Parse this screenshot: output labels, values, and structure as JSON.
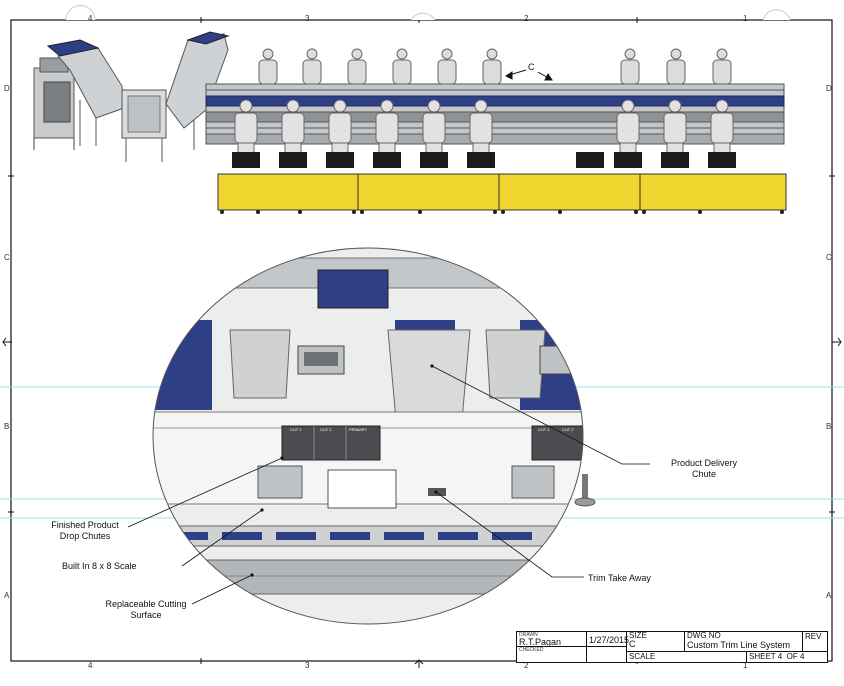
{
  "zones": {
    "top": [
      "4",
      "3",
      "2",
      "1"
    ],
    "bottom": [
      "4",
      "3",
      "2",
      "1"
    ],
    "left": [
      "D",
      "C",
      "B",
      "A"
    ],
    "right": [
      "D",
      "C",
      "B",
      "A"
    ]
  },
  "detail_marker": "C",
  "callouts": {
    "product_delivery_chute": "Product Delivery\nChute",
    "finished_product_drop_chutes": "Finished Product\nDrop Chutes",
    "built_in_scale": "Built In 8 x 8 Scale",
    "replaceable_cutting_surface": "Replaceable Cutting\nSurface",
    "trim_take_away": "Trim Take Away"
  },
  "station_labels": [
    "CUT 1",
    "CUT 2",
    "PRIMARY"
  ],
  "station_labels_right": [
    "CUT 1",
    "CUT 2"
  ],
  "title_block": {
    "drawn_label": "DRAWN",
    "drawn_by": "R.T.Pagan",
    "checked_label": "CHECKED",
    "date": "1/27/2015",
    "size_label": "SIZE",
    "size_value": "C",
    "scale_label": "SCALE",
    "dwg_no_label": "DWG NO",
    "title": "Custom Trim Line System",
    "rev_label": "REV",
    "sheet": "SHEET 4  OF 4"
  },
  "colors": {
    "safety_mat": "#f2d630",
    "conveyor_blue": "#2e3f86",
    "steel": "#b9bcc0",
    "dark_steel": "#6e7176"
  }
}
